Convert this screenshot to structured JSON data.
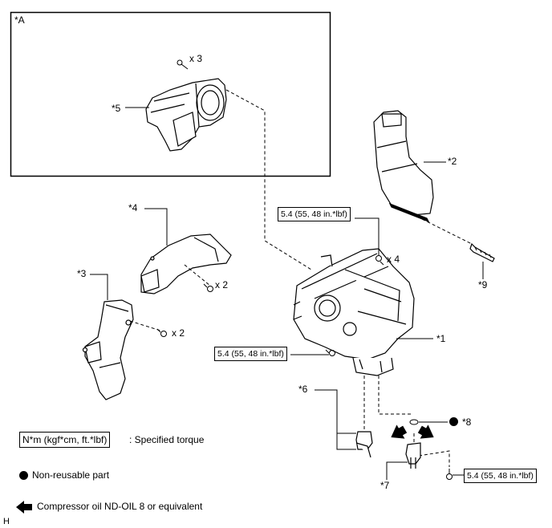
{
  "inset_label": "*A",
  "callouts": {
    "c1": "*1",
    "c2": "*2",
    "c3": "*3",
    "c4": "*4",
    "c5": "*5",
    "c6": "*6",
    "c7": "*7",
    "c8": "*8",
    "c9": "*9"
  },
  "quantities": {
    "q5": "x 3",
    "q_mid": "x 4",
    "q4": "x 2",
    "q3": "x 2"
  },
  "torque_values": {
    "t_top": "5.4 (55, 48 in.*lbf)",
    "t_left": "5.4 (55, 48 in.*lbf)",
    "t_bottom": "5.4 (55, 48 in.*lbf)"
  },
  "legend": {
    "torque_box": "N*m (kgf*cm, ft.*lbf)",
    "torque_text": ": Specified torque",
    "nonreusable_text": "Non-reusable part",
    "oil_text": "Compressor oil ND-OIL 8 or equivalent"
  },
  "figure_code": "H"
}
